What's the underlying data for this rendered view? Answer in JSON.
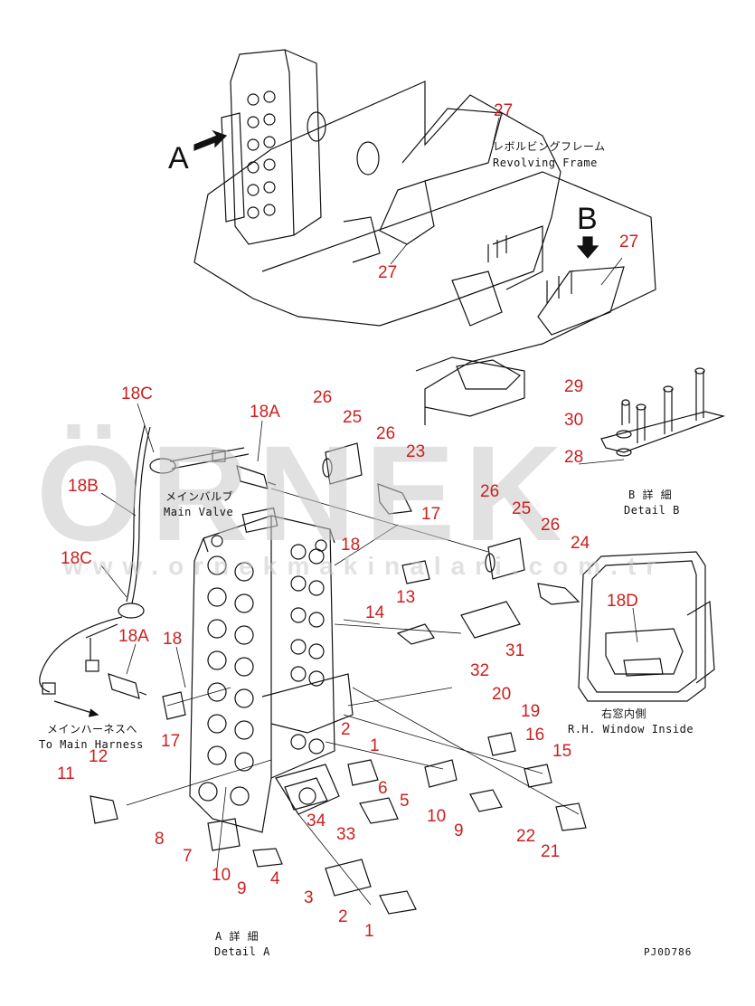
{
  "watermark": {
    "brand": "ÖRNEK",
    "url": "www.ornekmakinalari.com.tr"
  },
  "view_letters": {
    "a": "A",
    "b": "B"
  },
  "captions": {
    "revolving_frame_jp": "レボルビングフレーム",
    "revolving_frame_en": "Revolving Frame",
    "main_valve_jp": "メインバルブ",
    "main_valve_en": "Main Valve",
    "main_harness_jp": "メインハーネスへ",
    "main_harness_en": "To Main Harness",
    "detail_b_jp": "B 詳 細",
    "detail_b_en": "Detail B",
    "detail_a_jp": "A 詳 細",
    "detail_a_en": "Detail A",
    "window_jp": "右窓内側",
    "window_en": "R.H. Window Inside"
  },
  "drawing_code": "PJ0D786",
  "callouts": [
    "27",
    "27",
    "27",
    "29",
    "30",
    "28",
    "26",
    "25",
    "26",
    "23",
    "18A",
    "18C",
    "18B",
    "18C",
    "18A",
    "18",
    "26",
    "25",
    "26",
    "24",
    "17",
    "18",
    "13",
    "14",
    "31",
    "32",
    "20",
    "19",
    "16",
    "15",
    "17",
    "12",
    "11",
    "18D",
    "2",
    "1",
    "6",
    "5",
    "10",
    "9",
    "22",
    "21",
    "34",
    "33",
    "8",
    "7",
    "10",
    "9",
    "4",
    "3",
    "2",
    "1"
  ]
}
